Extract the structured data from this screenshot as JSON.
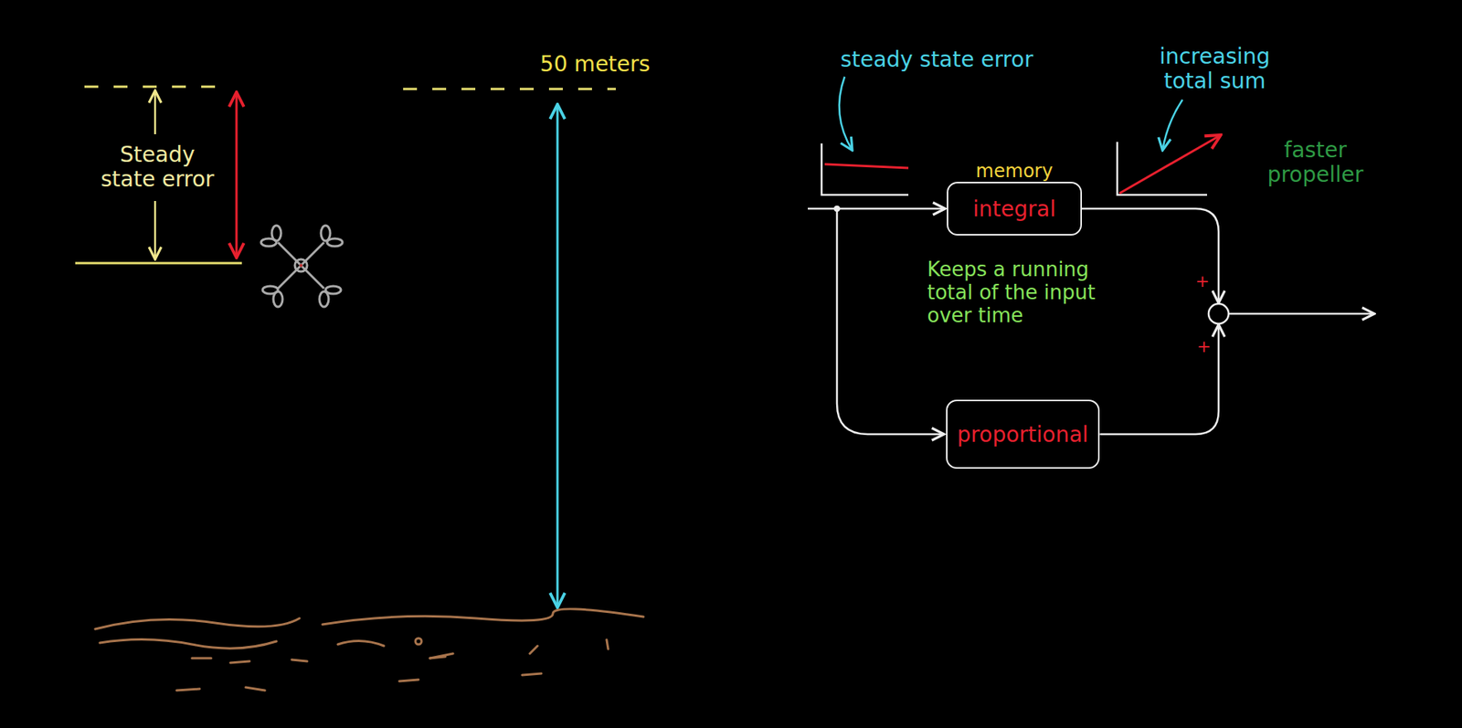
{
  "diagram": {
    "nodes": [
      {
        "text": [
          "memory",
          "integral"
        ]
      },
      {
        "text": [
          "proportional"
        ]
      }
    ],
    "labels": [
      "Steady state error",
      "50 meters",
      "steady state error",
      "increasing total sum",
      "faster propeller",
      "Keeps a running total of the input over time",
      "+",
      "+"
    ]
  }
}
